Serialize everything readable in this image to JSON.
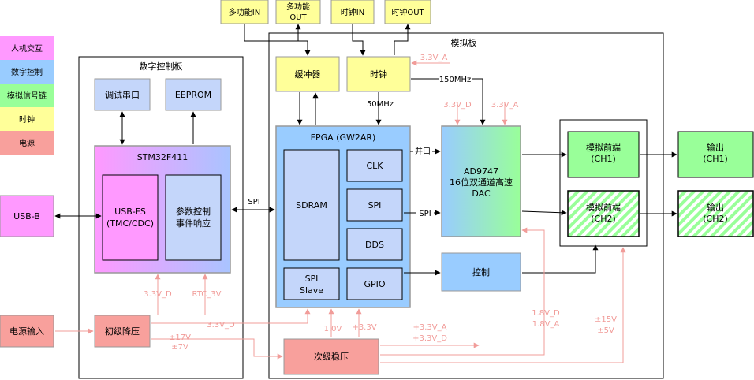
{
  "legend": {
    "items": [
      {
        "label": "人机交互",
        "color": "#ff99ff"
      },
      {
        "label": "数字控制",
        "color": "#99ccff"
      },
      {
        "label": "模拟信号链",
        "color": "#99ff99"
      },
      {
        "label": "时钟",
        "color": "#ffff99"
      },
      {
        "label": "电源",
        "color": "#f8a09c"
      }
    ]
  },
  "colors": {
    "pink": "#ff99ff",
    "blue": "#99ccff",
    "lightblue": "#c4d6fa",
    "green": "#99ff99",
    "yellow": "#ffff99",
    "salmon": "#f8a09c",
    "power_line": "#f19c99",
    "border": "#999999"
  },
  "top_io": {
    "multi_in": "多功能IN",
    "multi_out_line1": "多功能",
    "multi_out_line2": "OUT",
    "clk_in": "时钟IN",
    "clk_out": "时钟OUT"
  },
  "digital_board": {
    "title": "数字控制板",
    "debug_uart": "调试串口",
    "eeprom": "EEPROM",
    "mcu": "STM32F411",
    "usbfs_line1": "USB-FS",
    "usbfs_line2": "(TMC/CDC)",
    "param_line1": "参数控制",
    "param_line2": "事件响应",
    "primary_reg": "初级降压"
  },
  "external": {
    "usb_b": "USB-B",
    "power_in": "电源输入"
  },
  "analog_board": {
    "title": "模拟板",
    "buffer": "缓冲器",
    "clock": "时钟",
    "fpga": "FPGA (GW2AR)",
    "sdram": "SDRAM",
    "clk": "CLK",
    "spi": "SPI",
    "dds": "DDS",
    "spi_slave_line1": "SPI",
    "spi_slave_line2": "Slave",
    "gpio": "GPIO",
    "dac_line1": "AD9747",
    "dac_line2": "16位双通道高速",
    "dac_line3": "DAC",
    "control": "控制",
    "afe1_line1": "模拟前端",
    "afe1_line2": "(CH1)",
    "afe2_line1": "模拟前端",
    "afe2_line2": "(CH2)",
    "secondary_reg": "次级稳压"
  },
  "outputs": {
    "out1_line1": "输出",
    "out1_line2": "(CH1)",
    "out2_line1": "输出",
    "out2_line2": "(CH2)"
  },
  "signal_labels": {
    "spi": "SPI",
    "mhz150": "150MHz",
    "mhz50": "50MHz",
    "parallel": "并口",
    "spi_dac": "SPI"
  },
  "power_labels": {
    "v33a_clock": "3.3V_A",
    "v33d_dac": "3.3V_D",
    "v33a_dac": "3.3V_A",
    "v33d_mcu": "3.3V_D",
    "rtc": "RTC_3V",
    "v33d_main": "3.3V_D",
    "v17": "±17V",
    "v7": "±7V",
    "v10": "1.0V",
    "v33": "+3.3V",
    "v33a_out": "+3.3V_A",
    "v33d_out": "+3.3V_D",
    "v18d": "1.8V_D",
    "v18a": "1.8V_A",
    "v15": "±15V",
    "v5": "±5V"
  }
}
